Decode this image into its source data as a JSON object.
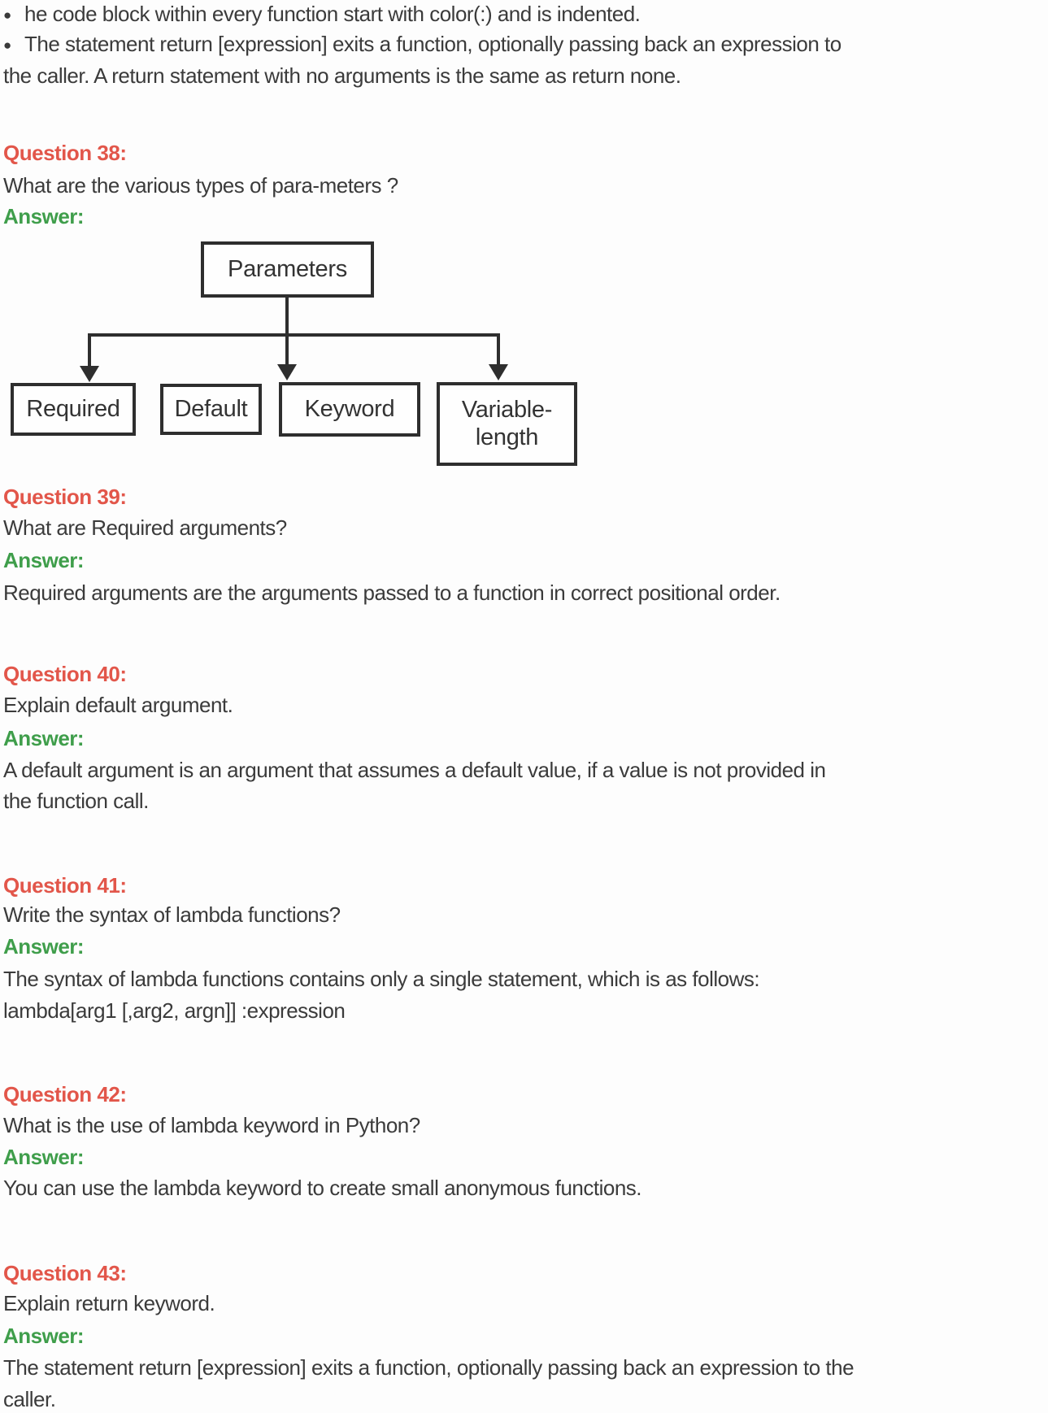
{
  "colors": {
    "question_heading": "#e2564a",
    "answer_label": "#3f9e4b",
    "body_text": "#3b3b3b",
    "diagram_line": "#2e2e2e"
  },
  "intro": {
    "bullet_marker": "●",
    "lines": [
      "he code block within every function start with color(:) and is indented.",
      "The statement return [expression] exits a function, optionally passing back an expression to",
      "the caller. A return statement with no arguments is the same as return none."
    ]
  },
  "diagram": {
    "root_label": "Parameters",
    "children": [
      {
        "label": "Required"
      },
      {
        "label": "Default"
      },
      {
        "label": "Keyword"
      },
      {
        "label": "Variable-length",
        "line1": "Variable-",
        "line2": "length"
      }
    ]
  },
  "sections": [
    {
      "heading": "Question 38:",
      "question": "What are the various types of para-meters ?",
      "answer_label": "Answer:",
      "answer_lines": []
    },
    {
      "heading": "Question 39:",
      "question": "What are Required arguments?",
      "answer_label": "Answer:",
      "answer_lines": [
        "Required arguments are the arguments passed to a function in correct positional order."
      ]
    },
    {
      "heading": "Question 40:",
      "question": "Explain default argument.",
      "answer_label": "Answer:",
      "answer_lines": [
        "A default argument is an argument that assumes a default value, if a value is not provided in",
        "the function call."
      ]
    },
    {
      "heading": "Question 41:",
      "question": "Write the syntax of lambda functions?",
      "answer_label": "Answer:",
      "answer_lines": [
        "The syntax of lambda functions contains only a single statement, which is as follows:",
        "lambda[arg1 [,arg2, argn]] :expression"
      ]
    },
    {
      "heading": "Question 42:",
      "question": "What is the use of lambda keyword in Python?",
      "answer_label": "Answer:",
      "answer_lines": [
        "You can use the lambda keyword to create small anonymous functions."
      ]
    },
    {
      "heading": "Question 43:",
      "question": "Explain return keyword.",
      "answer_label": "Answer:",
      "answer_lines": [
        "The statement return [expression] exits a function, optionally passing back an expression to the",
        "caller."
      ]
    }
  ]
}
